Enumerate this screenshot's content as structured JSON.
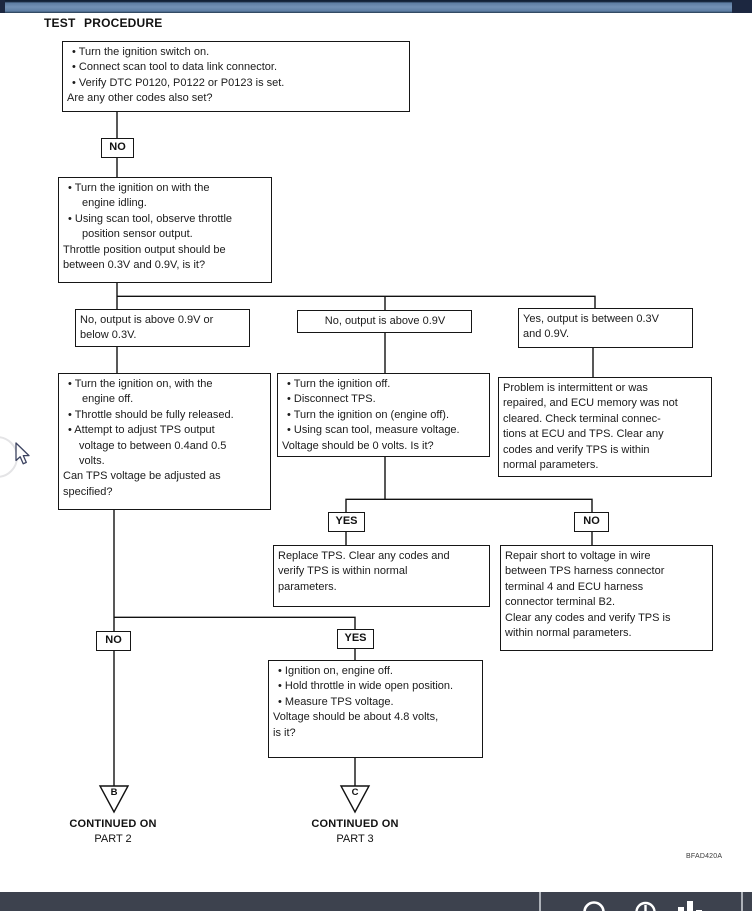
{
  "page": {
    "title": "TEST PROCEDURE",
    "figure_code": "BFAD420A"
  },
  "chrome": {
    "bottom_toolbar": {
      "icons": [
        "search-icon",
        "clock-icon",
        "bar-chart-icon"
      ]
    },
    "colors": {
      "top_bar_blue": "#6e8cb1",
      "top_bar_edge": "#1c2740",
      "bottom_bar": "#3d424e",
      "toolbar_icon": "#ffffff"
    }
  },
  "flow": {
    "box_start": {
      "lines": [
        "• Turn the ignition switch on.",
        "• Connect scan tool to data link connector.",
        "• Verify DTC P0120, P0122 or P0123 is set.",
        "Are any other codes also set?"
      ]
    },
    "label_no1": "NO",
    "box_idle": {
      "lines": [
        "• Turn the ignition on with the",
        "engine idling.",
        "• Using scan tool, observe throttle",
        "position sensor output.",
        "Throttle position output should be",
        "between 0.3V and 0.9V, is it?"
      ]
    },
    "branch_left": {
      "lines": [
        "No, output is above 0.9V or",
        "below 0.3V."
      ]
    },
    "branch_mid": {
      "lines": [
        "No, output is above 0.9V"
      ]
    },
    "branch_right": {
      "lines": [
        "Yes, output is between 0.3V",
        "and 0.9V."
      ]
    },
    "box_adjust": {
      "lines": [
        "• Turn the ignition on, with the",
        "engine off.",
        "• Throttle should be fully released.",
        "• Attempt to adjust TPS output",
        "voltage to between 0.4and 0.5",
        "volts.",
        "Can TPS voltage be adjusted as",
        "specified?"
      ]
    },
    "box_disconnect": {
      "lines": [
        "• Turn the ignition off.",
        "• Disconnect TPS.",
        "• Turn the ignition on (engine off).",
        "• Using scan tool, measure voltage.",
        "Voltage should be 0 volts. Is it?"
      ]
    },
    "box_intermittent": {
      "lines": [
        "Problem is intermittent or was",
        "repaired, and ECU memory was not",
        "cleared. Check terminal connec-",
        "tions at ECU and TPS. Clear any",
        "codes and verify TPS is within",
        "normal parameters."
      ]
    },
    "label_yes1": "YES",
    "label_no2": "NO",
    "box_replace": {
      "lines": [
        "Replace TPS. Clear any codes and",
        "verify TPS is within normal",
        "parameters."
      ]
    },
    "box_repair": {
      "lines": [
        "Repair short to voltage in wire",
        "between TPS harness connector",
        "terminal 4 and ECU harness",
        "connector terminal B2.",
        "Clear any codes and verify TPS is",
        "within normal parameters."
      ]
    },
    "label_no3": "NO",
    "label_yes2": "YES",
    "box_wot": {
      "lines": [
        "• Ignition on, engine off.",
        "• Hold throttle in wide open position.",
        "• Measure TPS voltage.",
        "Voltage should be about 4.8 volts,",
        "is it?"
      ]
    },
    "connector_b": "B",
    "connector_c": "C",
    "continued_left": {
      "line1": "CONTINUED ON",
      "line2": "PART 2"
    },
    "continued_right": {
      "line1": "CONTINUED ON",
      "line2": "PART 3"
    }
  }
}
